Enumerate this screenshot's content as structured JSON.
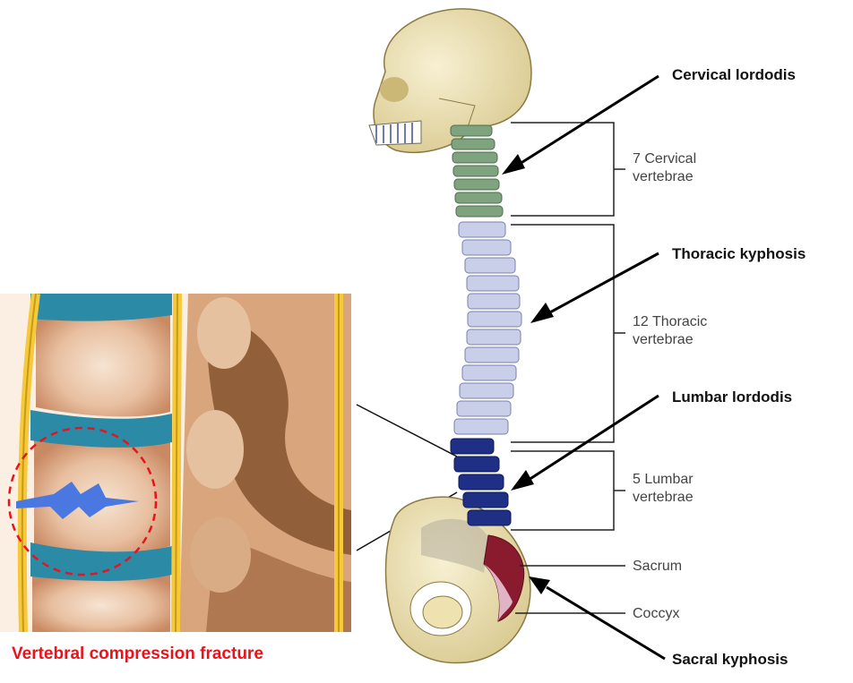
{
  "caption": "Vertebral compression fracture",
  "curvatures": [
    {
      "label": "Cervical lordodis"
    },
    {
      "label": "Thoracic kyphosis"
    },
    {
      "label": "Lumbar lordodis"
    },
    {
      "label": "Sacral kyphosis"
    }
  ],
  "regions": [
    {
      "line1": "7 Cervical",
      "line2": "vertebrae"
    },
    {
      "line1": "12 Thoracic",
      "line2": "vertebrae"
    },
    {
      "line1": "5 Lumbar",
      "line2": "vertebrae"
    }
  ],
  "parts": [
    {
      "label": "Sacrum"
    },
    {
      "label": "Coccyx"
    }
  ],
  "colors": {
    "caption": "#e8141b",
    "cervical": "#7fa37f",
    "thoracic": "#c9cfe8",
    "lumbar": "#1f2f86",
    "sacrum": "#8a1a2e",
    "bone": "#eee2b0",
    "disc": "#2b8aa6",
    "fracture": "#4a78e0"
  }
}
